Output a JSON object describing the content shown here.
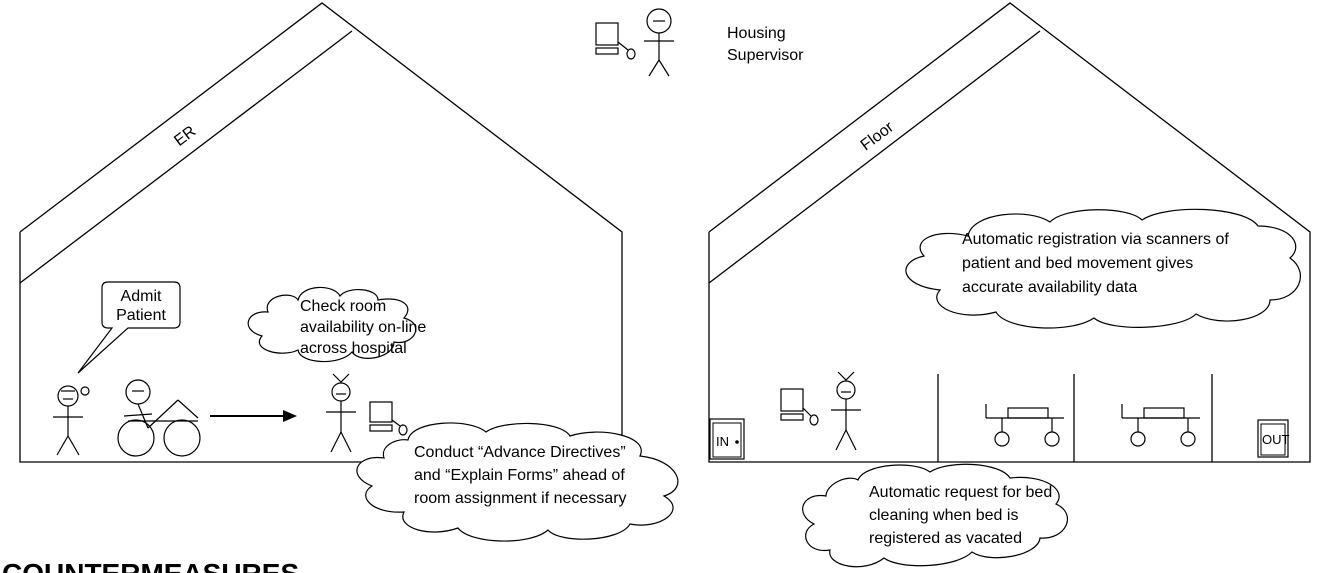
{
  "er": {
    "title": "ER",
    "admit_bubble": [
      "Admit",
      "Patient"
    ],
    "check_cloud": [
      "Check room",
      "availability on-line",
      "across hospital"
    ],
    "conduct_cloud": [
      "Conduct “Advance Directives”",
      "and “Explain Forms” ahead of",
      "room assignment if necessary"
    ]
  },
  "floor": {
    "title": "Floor",
    "scanner_cloud": [
      "Automatic registration via scanners of",
      "patient and bed movement gives",
      "accurate availability data"
    ],
    "cleaning_cloud": [
      "Automatic request for bed",
      "cleaning when bed is",
      "registered as vacated"
    ],
    "in_label": "IN",
    "out_label": "OUT"
  },
  "supervisor": {
    "label": [
      "Housing",
      "Supervisor"
    ]
  },
  "page": {
    "heading": "COUNTERMEASURES"
  }
}
